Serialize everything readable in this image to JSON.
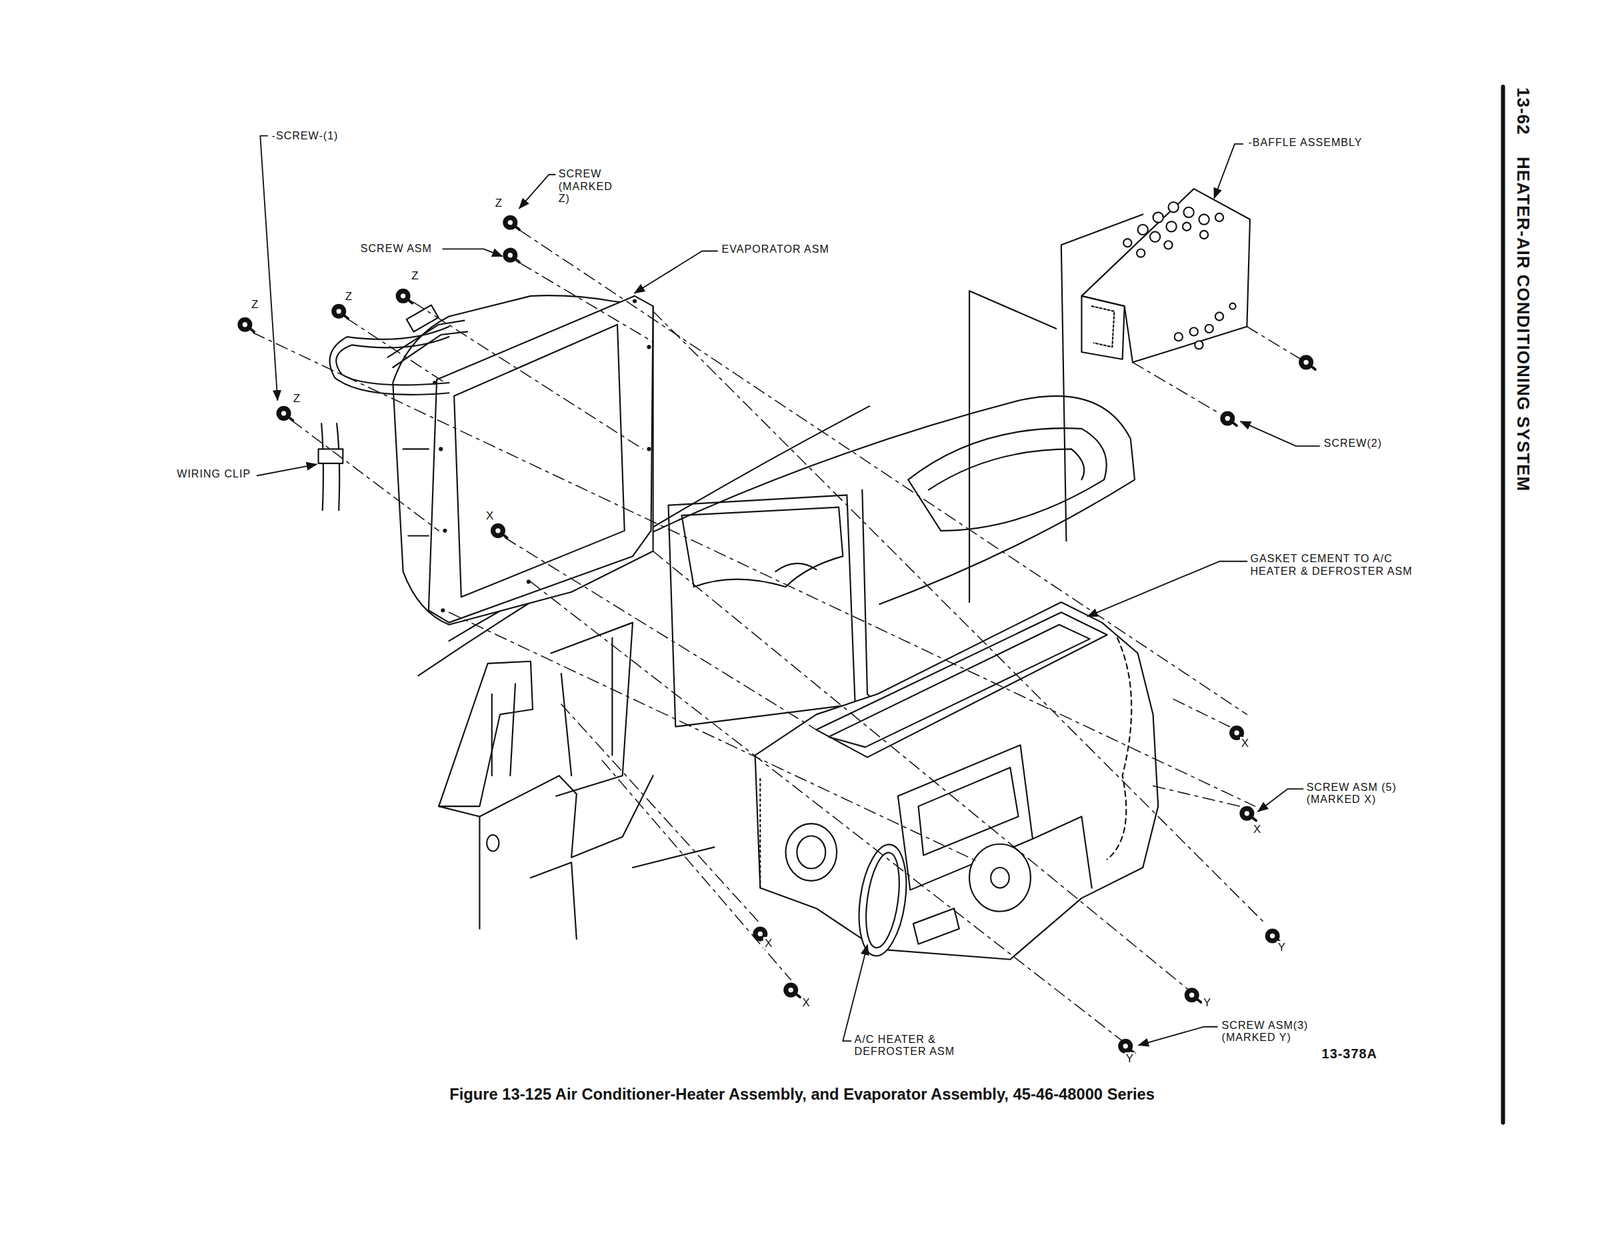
{
  "diagram": {
    "caption": "Figure 13-125 Air Conditioner-Heater Assembly, and Evaporator Assembly, 45-46-48000 Series",
    "labels": [
      "-SCREW-(1)",
      "SCREW (MARKED Z)",
      "Z",
      "SCREW ASM",
      "Z",
      "EVAPORATOR ASM",
      "Z",
      "Z",
      "Z",
      "WIRING CLIP",
      "X",
      "-BAFFLE ASSEMBLY",
      "SCREW(2)",
      "GASKET CEMENT TO A/C HEATER & DEFROSTER ASM",
      "X",
      "SCREW ASM (5) (MARKED X)",
      "X",
      "Y",
      "X",
      "X",
      "Y",
      "A/C HEATER & DEFROSTER ASM",
      "SCREW ASM(3) (MARKED Y)",
      "Y",
      "13-378A",
      "13-62",
      "HEATER-AIR CONDITIONING SYSTEM"
    ]
  }
}
